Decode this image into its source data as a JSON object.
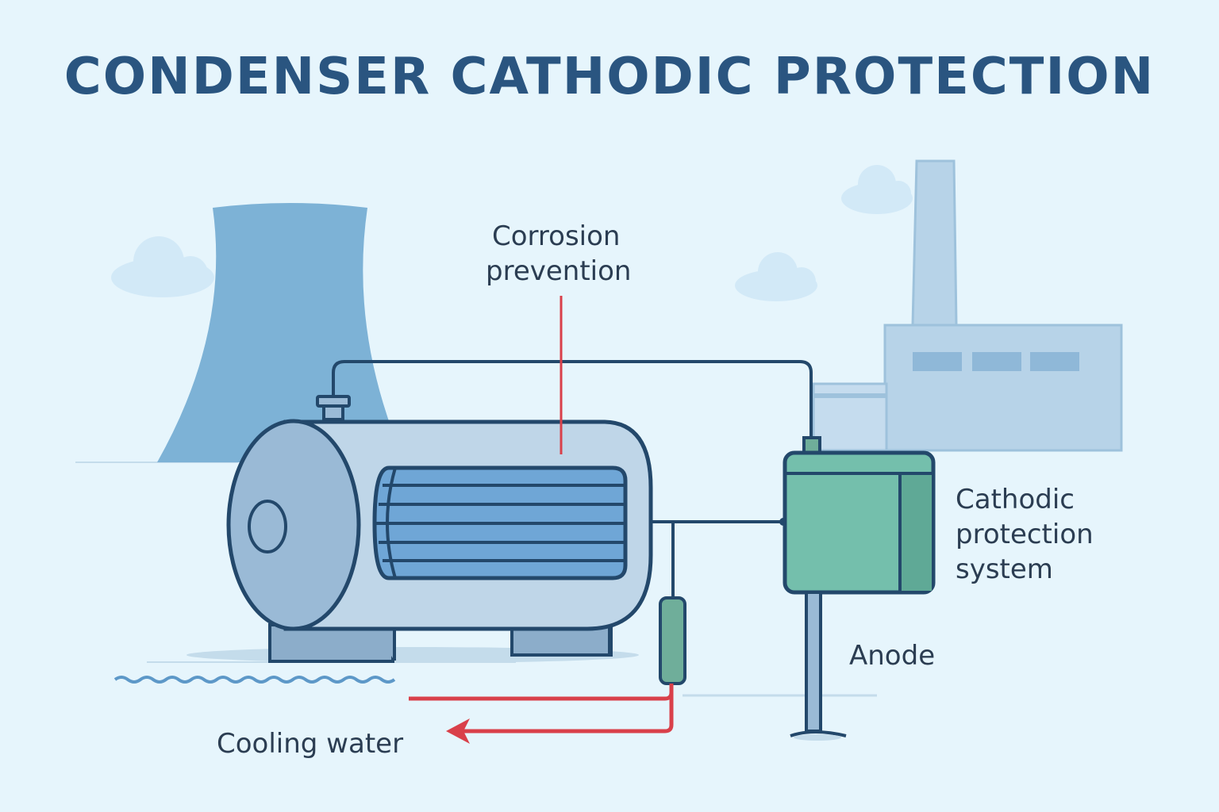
{
  "title": "CONDENSER CATHODIC PROTECTION",
  "labels": {
    "corrosion_prevention": [
      "Corrosion",
      "prevention"
    ],
    "cathodic_protection_system": [
      "Cathodic",
      "protection",
      "system"
    ],
    "anode": "Anode",
    "cooling_water": "Cooling water"
  },
  "colors": {
    "background": "#e6f5fc",
    "title": "#2a5580",
    "outline": "#23486b",
    "condenser_body": "#bfd6e8",
    "tubes": "#6fa6d6",
    "cp_box": "#74bfac",
    "pointer_red": "#d9404a",
    "cooling_tower": "#7db2d6",
    "factory": "#b7d3e8"
  }
}
